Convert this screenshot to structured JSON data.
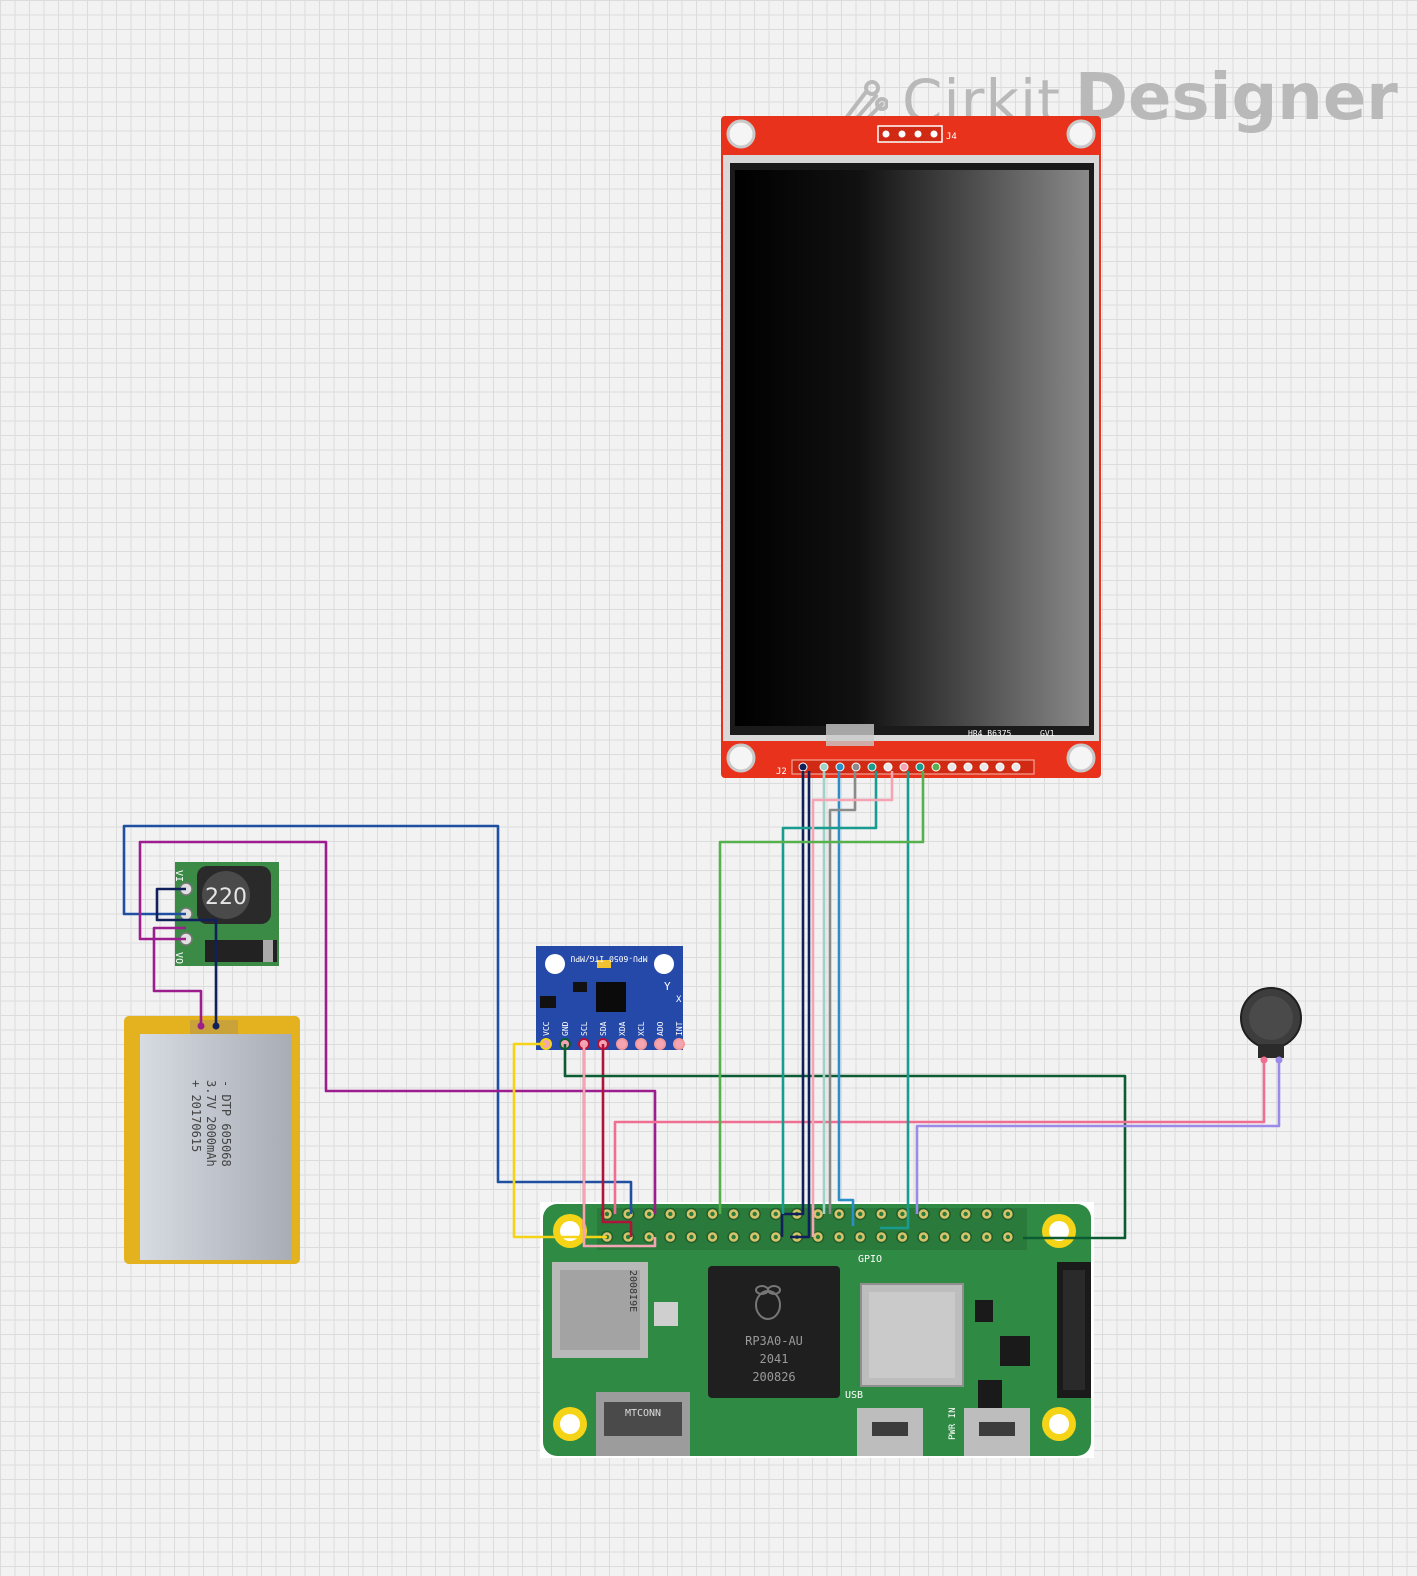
{
  "brand": {
    "word1": "Cirkit",
    "word2": "Designer"
  },
  "colors": {
    "pcb_green": "#2f8a44",
    "tft_red": "#e8321c",
    "mpu_blue": "#2449a8",
    "battery_gold": "#e3b21e",
    "boost_green": "#3b8b47",
    "wire_blue": "#1f4fa0",
    "wire_purple": "#9b1d8e",
    "wire_navy": "#10205a",
    "wire_green": "#56b04e",
    "wire_teal": "#179c8f",
    "wire_dark_green": "#0c5c33",
    "wire_pink": "#ef6f92",
    "wire_lavender": "#9c8ae8",
    "wire_yellow": "#f5d417",
    "wire_crimson": "#b0123a",
    "wire_gray": "#8a8a8a",
    "wire_cyan": "#2c8ec9",
    "wire_light_pink": "#f5a4b4"
  },
  "tft": {
    "header_j4": "J4",
    "header_j2": "J2",
    "silk1": "HR4 B6375",
    "silk2": "GV1"
  },
  "boost": {
    "inductor": "220",
    "pin_vi": "VI",
    "pin_vo": "VO"
  },
  "battery": {
    "line1": "- DTP 605068",
    "line2": "3.7V 2000mAh",
    "line3": "+ 20170615"
  },
  "mpu": {
    "title": "MPU-6050 ITG/MPU",
    "pins": [
      "VCC",
      "GND",
      "SCL",
      "SDA",
      "XDA",
      "XCL",
      "ADO",
      "INT"
    ],
    "axis_y": "Y",
    "axis_x": "X"
  },
  "pi": {
    "gpio_label": "GPIO",
    "chip_line1": "RP3A0-AU",
    "chip_line2": "2041",
    "chip_line3": "200826",
    "sd_text": "2008I9E",
    "hdmi_text": "MTCONN",
    "usb_label": "USB",
    "pwr_label": "PWR IN"
  }
}
